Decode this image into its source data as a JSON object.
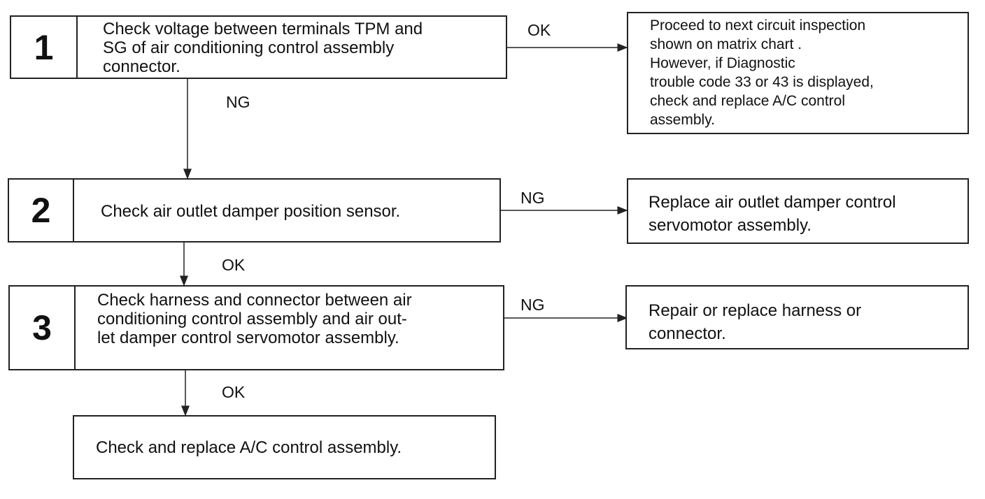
{
  "steps": [
    {
      "number": "1",
      "text": "Check voltage between terminals TPM and\nSG of air conditioning control assembly\nconnector."
    },
    {
      "number": "2",
      "text": "Check air outlet damper position sensor."
    },
    {
      "number": "3",
      "text": "Check harness and connector between air\nconditioning control assembly and air out-\nlet damper control servomotor assembly."
    }
  ],
  "final": {
    "text": "Check and replace A/C control assembly."
  },
  "results": [
    {
      "text": "Proceed to next circuit inspection\nshown on matrix chart .\nHowever, if Diagnostic\ntrouble code 33 or 43 is displayed,\ncheck and replace A/C control\nassembly."
    },
    {
      "text": "Replace air outlet damper control\nservomotor assembly."
    },
    {
      "text": "Repair or replace harness or\nconnector."
    }
  ],
  "labels": {
    "s1_right": "OK",
    "s1_down": "NG",
    "s2_right": "NG",
    "s2_down": "OK",
    "s3_right": "NG",
    "s3_down": "OK"
  }
}
